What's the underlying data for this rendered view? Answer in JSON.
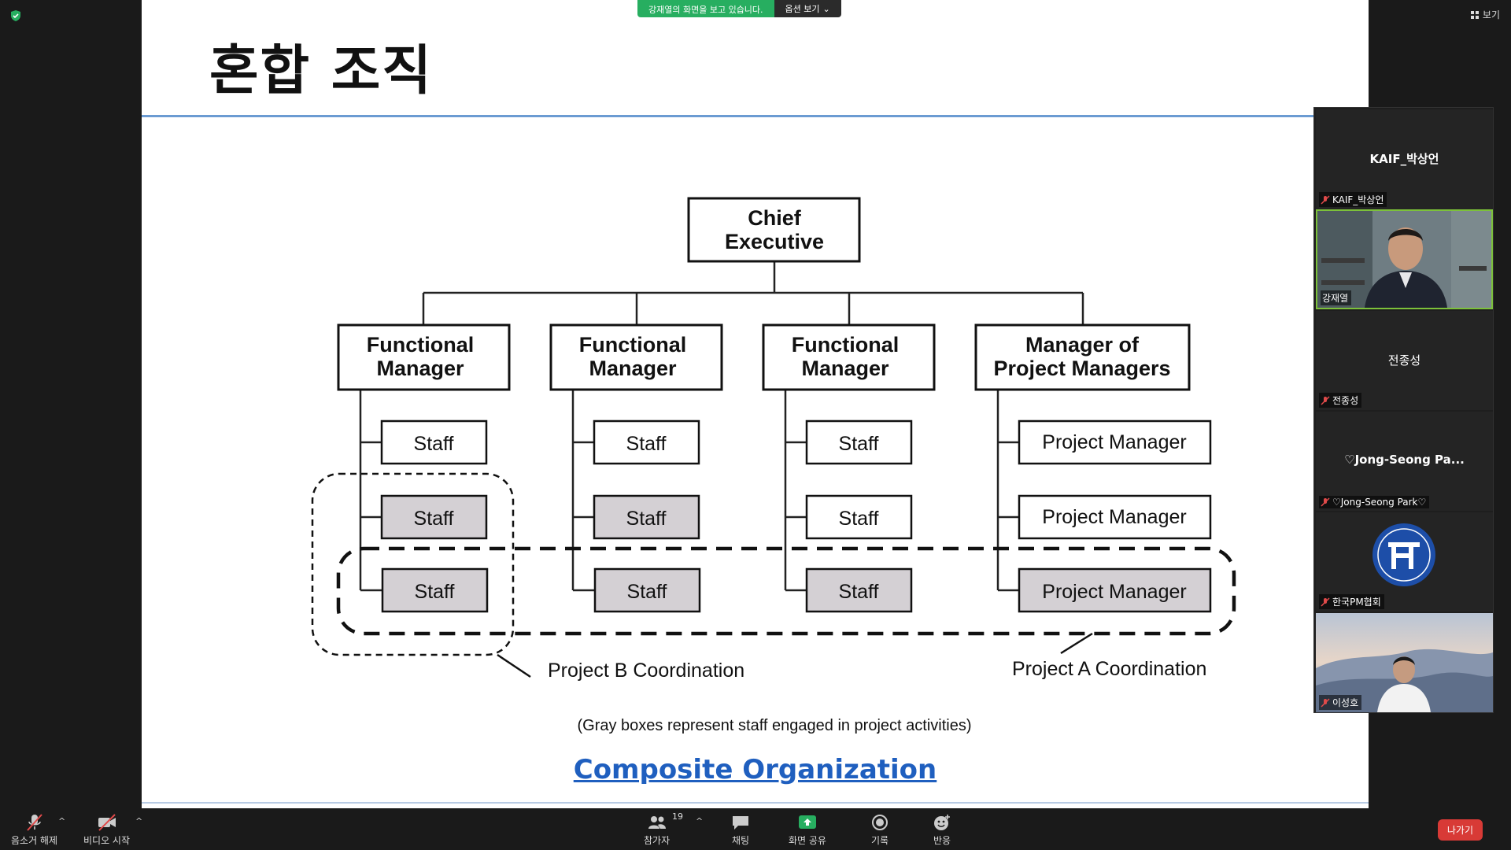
{
  "share_bar": {
    "message": "강재열의 화면을 보고 있습니다.",
    "options_label": "옵션 보기"
  },
  "view_button": "보기",
  "slide": {
    "title": "혼합 조직",
    "chart": {
      "chief": [
        "Chief",
        "Executive"
      ],
      "managers": [
        [
          "Functional",
          "Manager"
        ],
        [
          "Functional",
          "Manager"
        ],
        [
          "Functional",
          "Manager"
        ],
        [
          "Manager of",
          "Project Managers"
        ]
      ],
      "staff_label": "Staff",
      "pm_label": "Project Manager",
      "project_b": "Project B Coordination",
      "project_a": "Project A Coordination",
      "note": "(Gray boxes represent staff engaged in project activities)"
    },
    "caption": "Composite Organization"
  },
  "participants": [
    {
      "name": "KAIF_박상언",
      "label": "KAIF_박상언",
      "video": false
    },
    {
      "name": "",
      "label": "강재열",
      "video": true,
      "active": true
    },
    {
      "name": "전종성",
      "label": "전종성",
      "video": false
    },
    {
      "name": "♡Jong-Seong  Pa...",
      "label": "♡Jong-Seong Park♡",
      "video": false
    },
    {
      "name": "",
      "label": "한국PM협회",
      "video": false,
      "logo": true
    },
    {
      "name": "",
      "label": "이성호",
      "video": true
    }
  ],
  "toolbar": {
    "mute": "음소거 해제",
    "video": "비디오 시작",
    "participants": "참가자",
    "participant_count": "19",
    "chat": "채팅",
    "share": "화면 공유",
    "record": "기록",
    "reactions": "반응",
    "leave": "나가기"
  }
}
